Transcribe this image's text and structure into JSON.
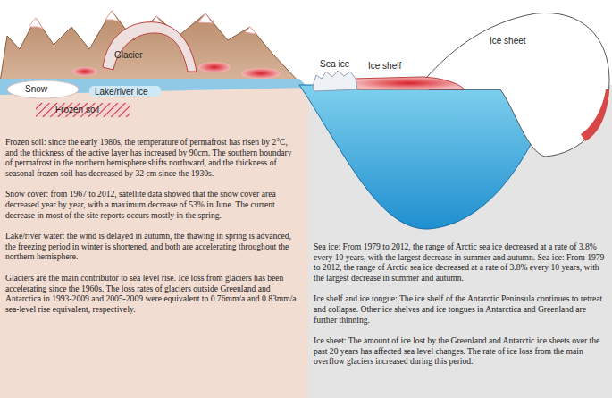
{
  "diagram": {
    "nodes": [
      {
        "text": [
          "Frozen soil: since the early 1980s, the temperature of permafrost has risen by 2°C, and the thickness of the active layer has increased by 90cm. The southern boundary of permafrost in the northern hemisphere shifts northward, and the thickness of seasonal frozen soil has decreased by 32 cm since the 1930s.",
          "Snow cover: from 1967 to 2012, satellite data showed that the snow cover area decreased year by year, with a maximum decrease of 53% in June. The current decrease in most of the site reports occurs mostly in the spring.",
          "Lake/river water: the wind is delayed in autumn, the thawing in spring is advanced, the freezing period in winter is shortened, and both are accelerating throughout the northern hemisphere.",
          "Glaciers are the main contributor to sea level rise. Ice loss from glaciers has been accelerating since the 1960s. The loss rates of glaciers outside Greenland and Antarctica in 1993-2009 and 2005-2009 were equivalent to 0.76mm/a and 0.83mm/a sea-level rise equivalent, respectively."
        ]
      },
      {
        "text": [
          "Sea ice: From 1979 to 2012, the range of Arctic sea ice decreased at a rate of 3.8% every 10 years, with the largest decrease in summer and autumn. Sea ice: From 1979 to 2012, the range of Arctic sea ice decreased at a rate of 3.8% every 10 years, with the largest decrease in summer and autumn.",
          "Ice shelf and ice tongue: The ice shelf of the Antarctic Peninsula continues to retreat and collapse. Other ice shelves and ice tongues in Antarctica and Greenland are further thinning.",
          "Ice sheet: The amount of ice lost by the Greenland and Antarctic ice sheets over the past 20 years has affected sea level changes. The rate of ice loss from the main overflow glaciers increased during this period."
        ]
      }
    ],
    "labels": [
      "Glacier",
      "Snow",
      "Lake/river ice",
      "Frozen soil",
      "Sea ice",
      "Ice shelf",
      "Ice sheet"
    ]
  }
}
